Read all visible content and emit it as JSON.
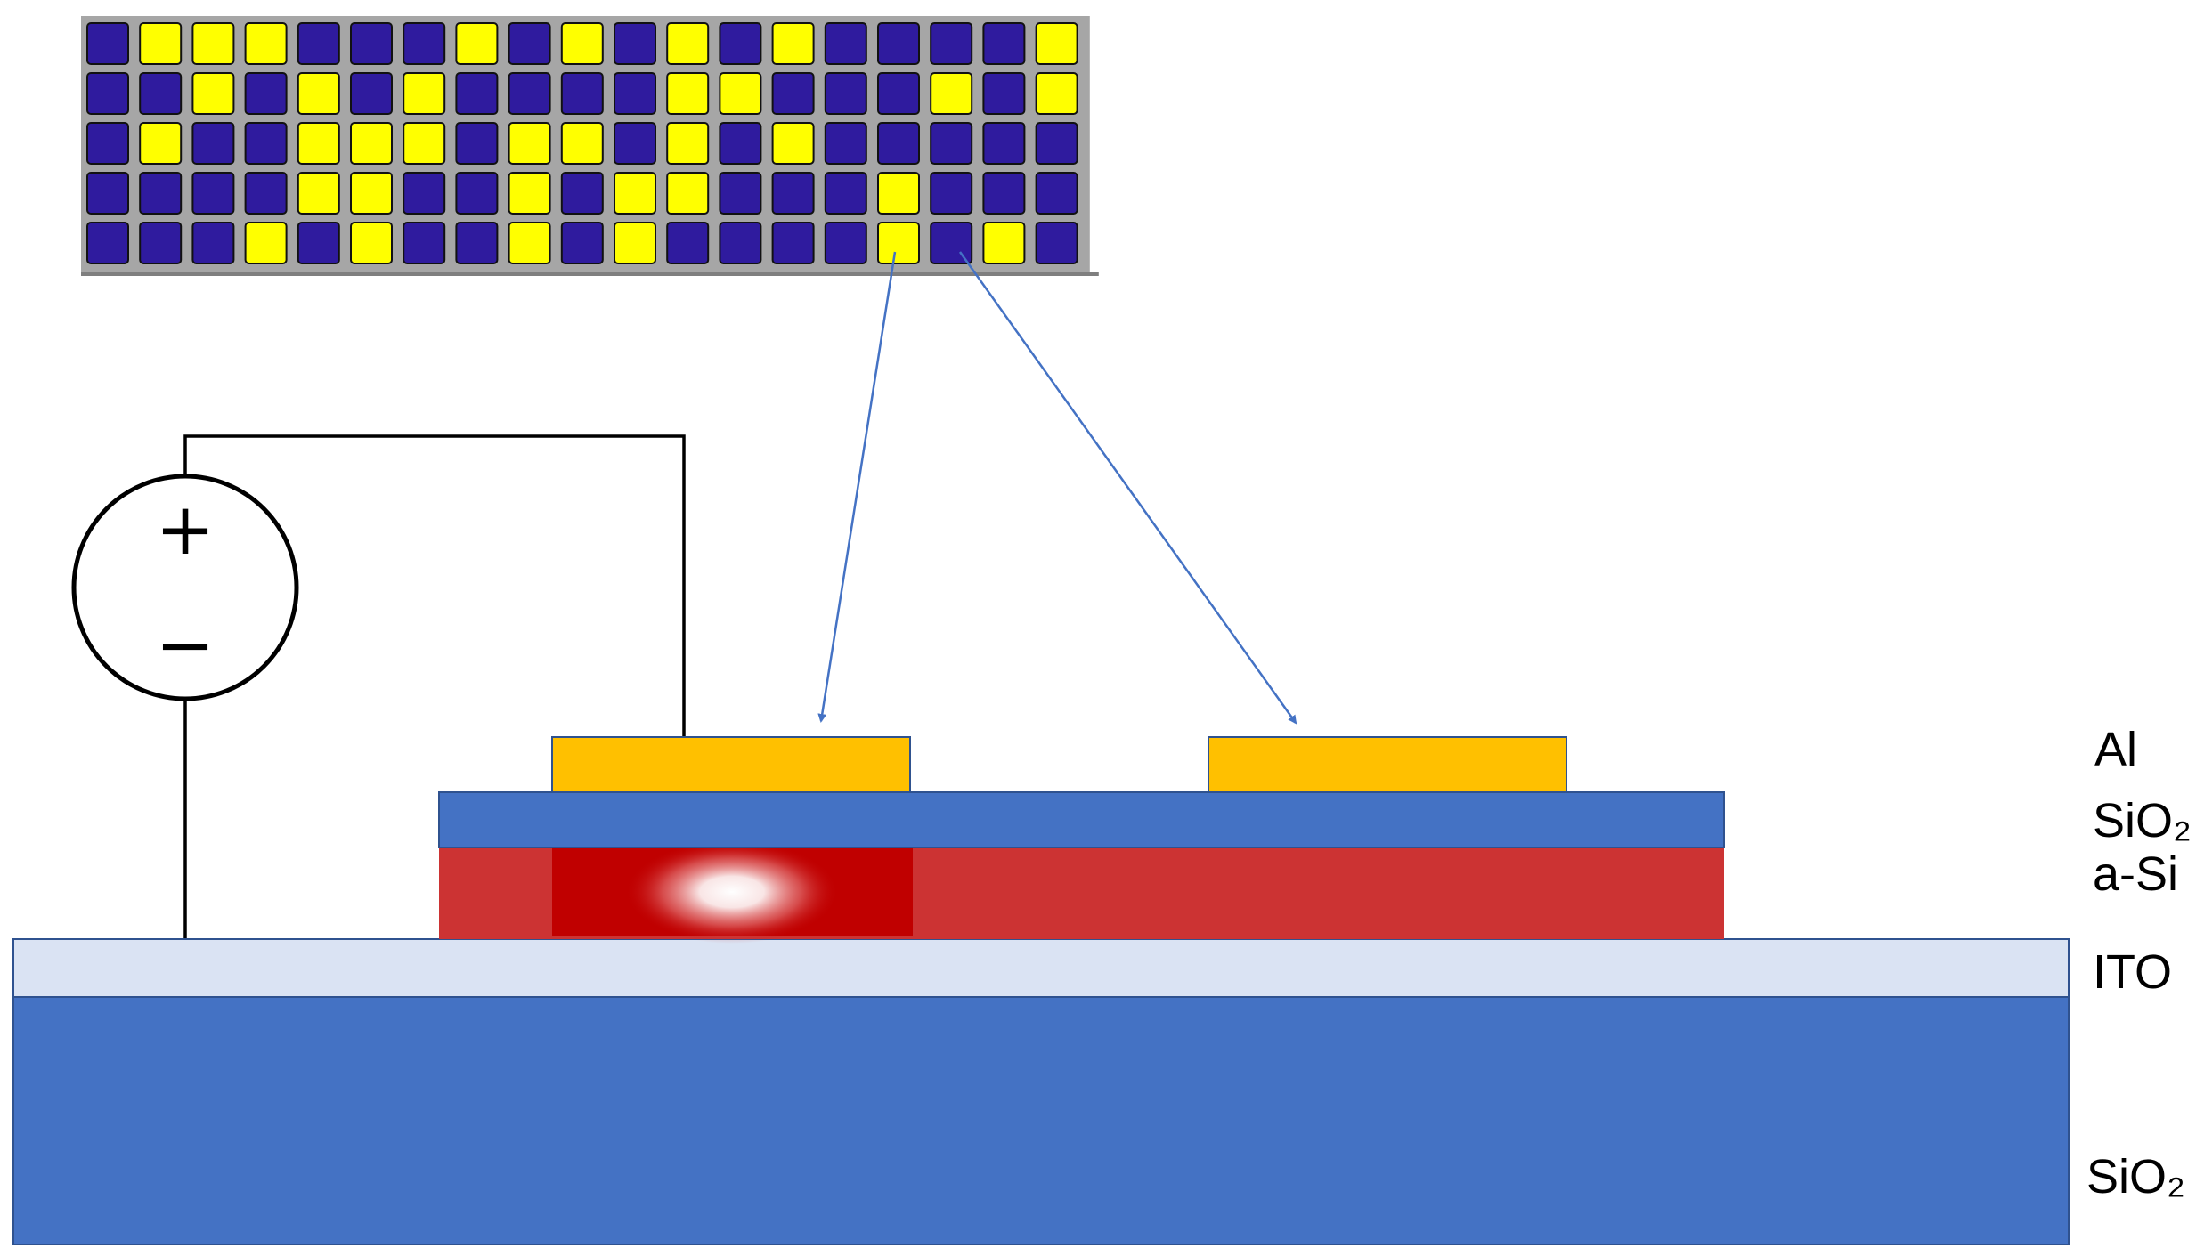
{
  "colors": {
    "grid_background": "#a6a6a6",
    "pixel_off": "#2f1b9e",
    "pixel_on": "#ffff00",
    "aluminum": "#ffc000",
    "oxide": "#4472c4",
    "amorphous_si": "#cc3333",
    "active_region": "#c00000",
    "ito": "#dae3f3",
    "arrow": "#4472c4",
    "wire": "#000000"
  },
  "pixel_array": {
    "rows": [
      [
        0,
        1,
        1,
        1,
        0,
        0,
        0,
        1,
        0,
        1,
        0,
        1,
        0,
        1,
        0,
        0,
        0,
        0,
        1
      ],
      [
        0,
        0,
        1,
        0,
        1,
        0,
        1,
        0,
        0,
        0,
        0,
        1,
        1,
        0,
        0,
        0,
        1,
        0,
        1
      ],
      [
        0,
        1,
        0,
        0,
        1,
        1,
        1,
        0,
        1,
        1,
        0,
        1,
        0,
        1,
        0,
        0,
        0,
        0,
        0
      ],
      [
        0,
        0,
        0,
        0,
        1,
        1,
        0,
        0,
        1,
        0,
        1,
        1,
        0,
        0,
        0,
        1,
        0,
        0,
        0
      ],
      [
        0,
        0,
        0,
        1,
        0,
        1,
        0,
        0,
        1,
        0,
        1,
        0,
        0,
        0,
        0,
        1,
        0,
        1,
        0
      ]
    ]
  },
  "voltage_source": {
    "plus_sign": "+",
    "minus_sign": "−"
  },
  "labels": {
    "al": "Al",
    "sio2_top": "SiO₂",
    "a_si": "a-Si",
    "ito": "ITO",
    "sio2_bottom": "SiO₂"
  }
}
